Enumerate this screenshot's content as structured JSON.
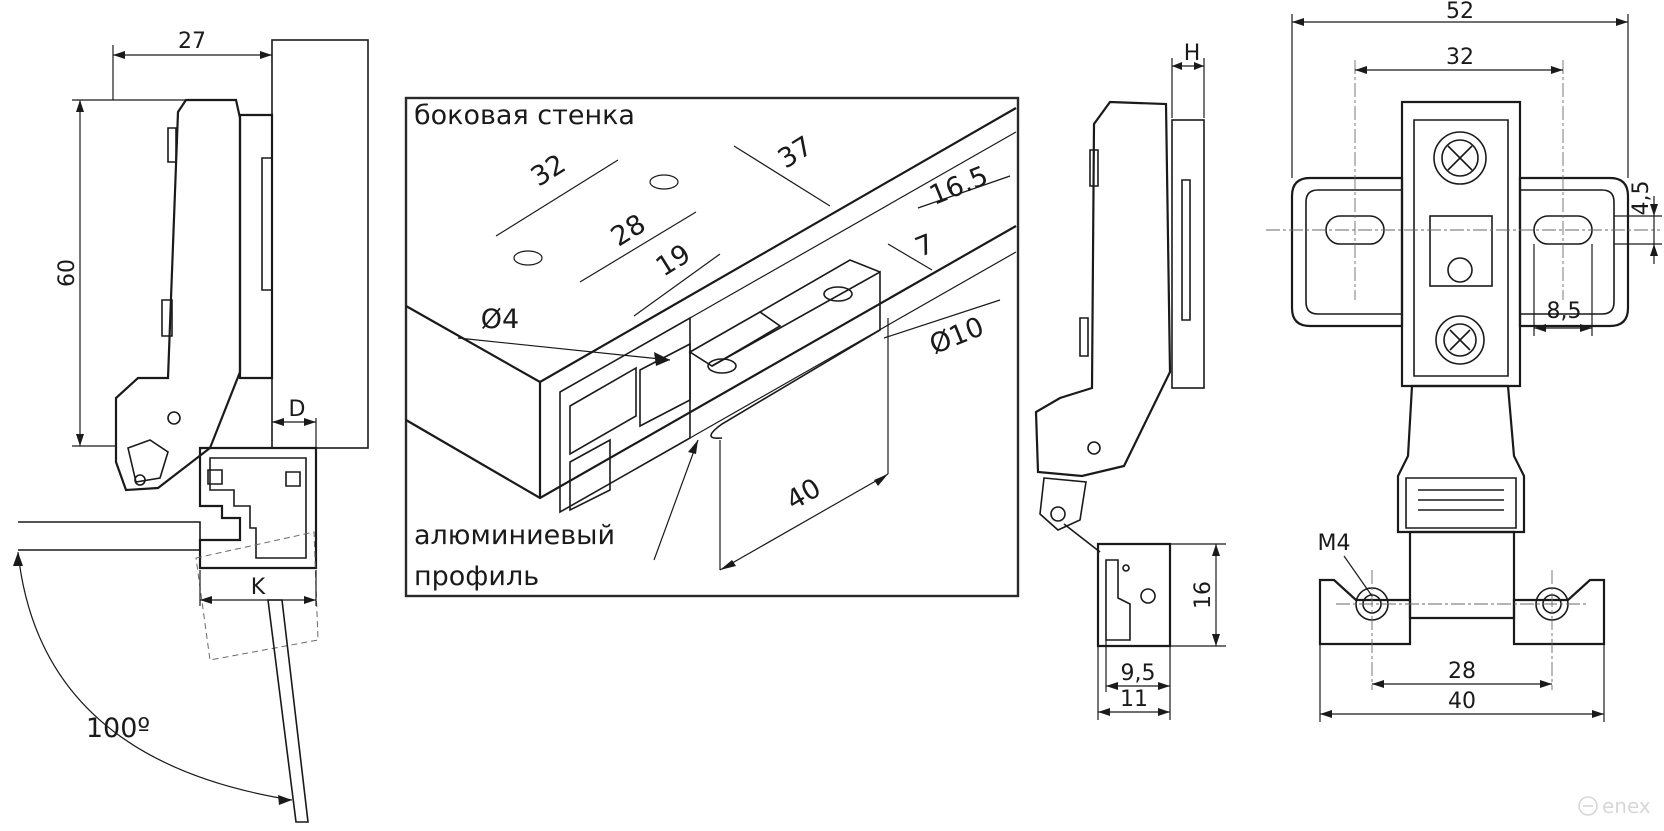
{
  "colors": {
    "line": "#1a1a1a",
    "background": "#ffffff",
    "frame": "#2a2a2a",
    "watermark": "#d7d7d7"
  },
  "side_view": {
    "dim_width": "27",
    "dim_height": "60",
    "dim_d": "D",
    "dim_k": "K",
    "opening_angle": "100º"
  },
  "inset": {
    "label_side_wall": "боковая стенка",
    "label_profile_line1": "алюминиевый",
    "label_profile_line2": "профиль",
    "dims": {
      "d32": "32",
      "d37": "37",
      "d28": "28",
      "d19": "19",
      "d16_5": "16.5",
      "d7": "7",
      "phi4": "Ø4",
      "phi10": "Ø10",
      "d40": "40"
    }
  },
  "profile_view": {
    "dim_h": "H",
    "dim_16": "16",
    "dim_9_5": "9,5",
    "dim_11": "11"
  },
  "front_view": {
    "dim_52": "52",
    "dim_32": "32",
    "dim_4_5": "4,5",
    "dim_8_5": "8,5",
    "dim_m4": "M4",
    "dim_28": "28",
    "dim_40": "40"
  },
  "watermark": {
    "text": "enex",
    "icon": "enex-logo-icon"
  }
}
